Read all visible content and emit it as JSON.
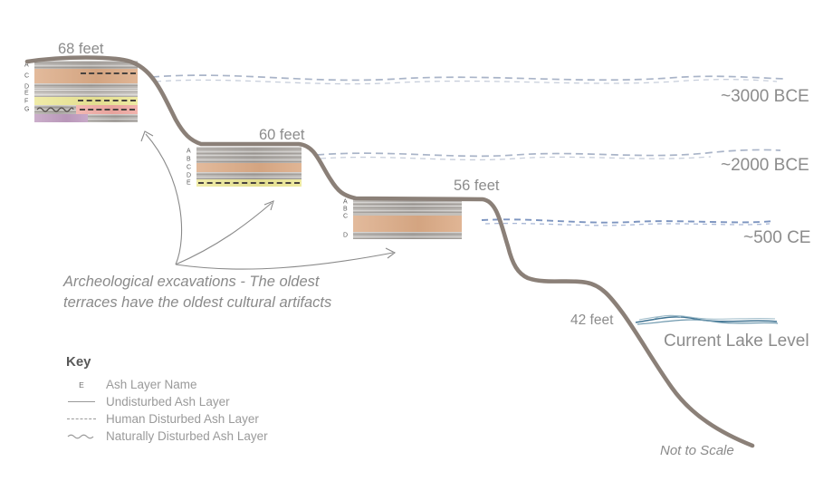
{
  "colors": {
    "terrain": "#8b8078",
    "timeline_light": "#a9b4c8",
    "timeline_lighter": "#c7cedb",
    "timeline_blue": "#7d95c0",
    "timeline_blue_light": "#a9b8d6",
    "water_dark": "#3f7392",
    "water_mid": "#6e98ae",
    "water_light": "#9cbac8",
    "text_gray": "#8c8c8c",
    "layer_gray": "#b5b1ad",
    "layer_light_gray": "#c7c3bf",
    "layer_tan": "#dcab86",
    "layer_yellow": "#ece795",
    "layer_pink": "#f0a9a2",
    "layer_purple": "#c09dc0"
  },
  "terraces": [
    {
      "elevation_label": "68 feet",
      "layers": [
        {
          "letter": "A"
        },
        {
          "letter": "C"
        },
        {
          "letter": "D"
        },
        {
          "letter": "E"
        },
        {
          "letter": "F"
        },
        {
          "letter": "G"
        }
      ]
    },
    {
      "elevation_label": "60 feet",
      "layers": [
        {
          "letter": "A"
        },
        {
          "letter": "B"
        },
        {
          "letter": "C"
        },
        {
          "letter": "D"
        },
        {
          "letter": "E"
        }
      ]
    },
    {
      "elevation_label": "56 feet",
      "layers": [
        {
          "letter": "A"
        },
        {
          "letter": "B"
        },
        {
          "letter": "C"
        },
        {
          "letter": "D"
        }
      ]
    }
  ],
  "timelines": [
    {
      "label": "~3000 BCE"
    },
    {
      "label": "~2000 BCE"
    },
    {
      "label": "~500 CE"
    }
  ],
  "lake": {
    "elevation_label": "42 feet",
    "label": "Current Lake Level"
  },
  "annotation": {
    "line1": "Archeological excavations - The oldest",
    "line2": "terraces have the oldest cultural artifacts"
  },
  "key": {
    "title": "Key",
    "items": [
      {
        "symbol": "ash-layer-letter",
        "label": "Ash Layer Name"
      },
      {
        "symbol": "solid-line",
        "label": "Undisturbed Ash Layer"
      },
      {
        "symbol": "dashed-line",
        "label": "Human Disturbed Ash Layer"
      },
      {
        "symbol": "wavy-line",
        "label": "Naturally Disturbed Ash Layer"
      }
    ]
  },
  "footer": {
    "not_to_scale": "Not to Scale"
  }
}
